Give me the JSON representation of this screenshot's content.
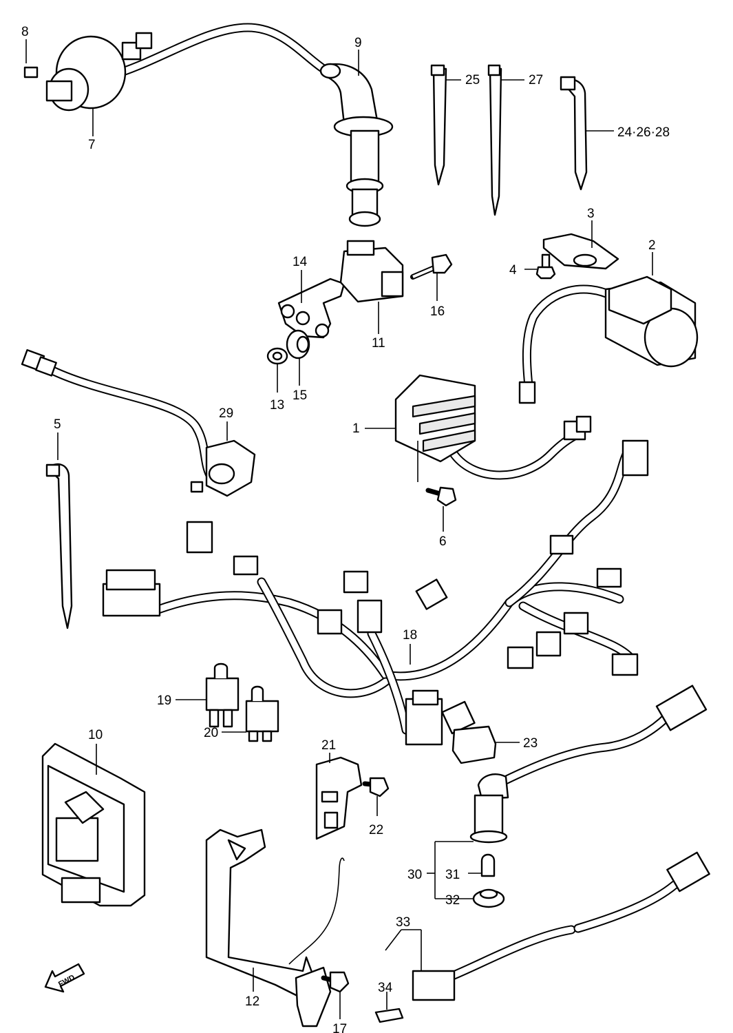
{
  "labels": {
    "p1": "1",
    "p2": "2",
    "p3": "3",
    "p4": "4",
    "p5": "5",
    "p6": "6",
    "p7": "7",
    "p8": "8",
    "p9": "9",
    "p10": "10",
    "p11": "11",
    "p12": "12",
    "p13": "13",
    "p14": "14",
    "p15": "15",
    "p16": "16",
    "p17": "17",
    "p18": "18",
    "p19": "19",
    "p20": "20",
    "p21": "21",
    "p22": "22",
    "p23": "23",
    "p24_26_28": "24·26·28",
    "p25": "25",
    "p27": "27",
    "p29": "29",
    "p30": "30",
    "p31": "31",
    "p32": "32",
    "p33": "33",
    "p34": "34"
  },
  "fwd_arrow": {
    "text": "FWD",
    "icon": "fwd-arrow-icon"
  }
}
